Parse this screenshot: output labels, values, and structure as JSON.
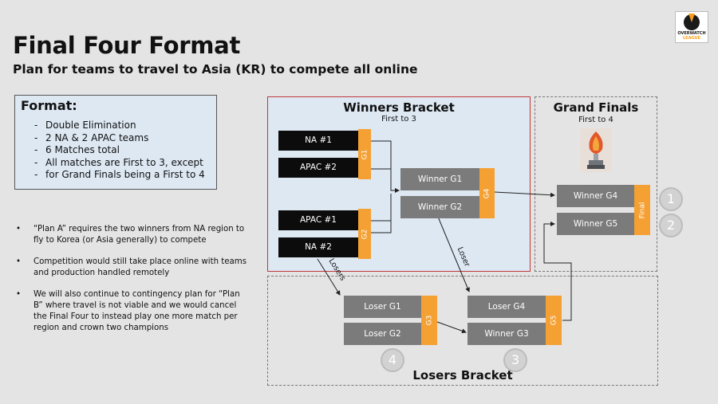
{
  "title": "Final Four Format",
  "subtitle": "Plan for teams to travel to Asia (KR) to compete all online",
  "logo": {
    "line1": "OVERWATCH",
    "line2": "LEAGUE"
  },
  "format": {
    "heading": "Format:",
    "items": [
      "Double Elimination",
      "2 NA & 2 APAC teams",
      "6 Matches total",
      "All matches are First to 3, except",
      "for Grand Finals being a First to 4"
    ]
  },
  "bullets": [
    {
      "marker": "•",
      "text": "“Plan A” requires the two winners from NA region to fly to Korea (or Asia generally) to compete"
    },
    {
      "marker": "•",
      "text": "Competition would still take place online with teams and production handled remotely"
    },
    {
      "marker": "•",
      "text": "We will also continue to contingency plan for “Plan B” where travel is not viable and we would cancel the Final Four to instead play one more match per region and crown two champions"
    }
  ],
  "winners": {
    "title": "Winners Bracket",
    "sub": "First to 3",
    "g1": {
      "tag": "G1",
      "top": "NA #1",
      "bottom": "APAC #2"
    },
    "g2": {
      "tag": "G2",
      "top": "APAC #1",
      "bottom": "NA #2"
    },
    "g4": {
      "tag": "G4",
      "top": "Winner G1",
      "bottom": "Winner G2"
    }
  },
  "grand": {
    "title": "Grand Finals",
    "sub": "First to 4",
    "final": {
      "tag": "Final",
      "top": "Winner G4",
      "bottom": "Winner G5"
    },
    "place1": "1",
    "place2": "2"
  },
  "losers": {
    "title": "Losers Bracket",
    "g3": {
      "tag": "G3",
      "top": "Loser G1",
      "bottom": "Loser G2"
    },
    "g5": {
      "tag": "G5",
      "top": "Loser G4",
      "bottom": "Winner G3"
    },
    "place4": "4",
    "place3": "3"
  },
  "arrow_labels": {
    "losers": "Losers",
    "loser": "Loser"
  },
  "colors": {
    "accent": "#f5a033",
    "bracket_border": "#c1393b",
    "panel": "#dde8f3"
  }
}
